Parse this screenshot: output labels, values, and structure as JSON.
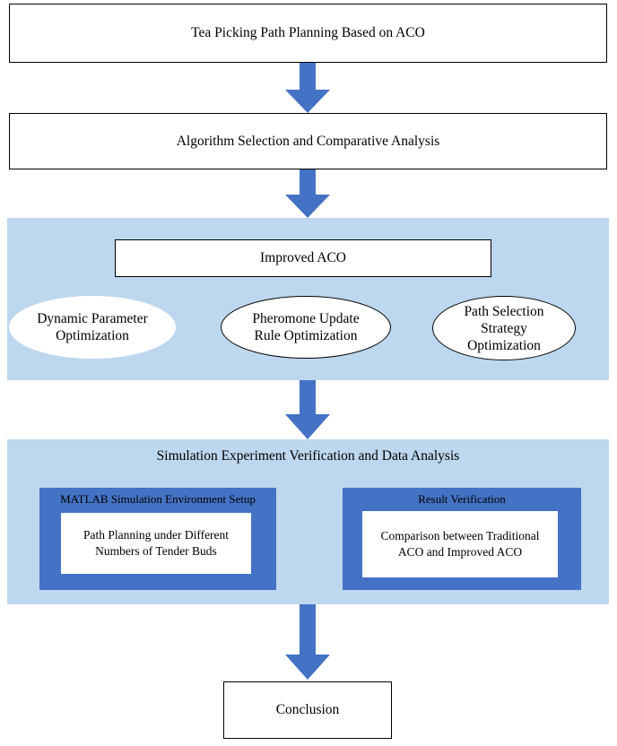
{
  "steps": {
    "tea_picking": "Tea Picking Path Planning Based on ACO",
    "algorithm_selection": "Algorithm Selection and Comparative Analysis",
    "conclusion": "Conclusion"
  },
  "improved_aco_panel": {
    "title": "Improved ACO",
    "items": [
      "Dynamic Parameter Optimization",
      "Pheromone Update Rule Optimization",
      "Path Selection Strategy Optimization"
    ]
  },
  "simulation_panel": {
    "title": "Simulation Experiment Verification and Data Analysis",
    "left": {
      "title": "MATLAB Simulation Environment Setup",
      "body": "Path Planning under Different Numbers of Tender Buds"
    },
    "right": {
      "title": "Result Verification",
      "body": "Comparison between Traditional ACO and Improved ACO"
    }
  },
  "colors": {
    "panel_fill": "#bdd7ee",
    "arrow_fill": "#4472c4",
    "frame_fill": "#4472c4"
  }
}
